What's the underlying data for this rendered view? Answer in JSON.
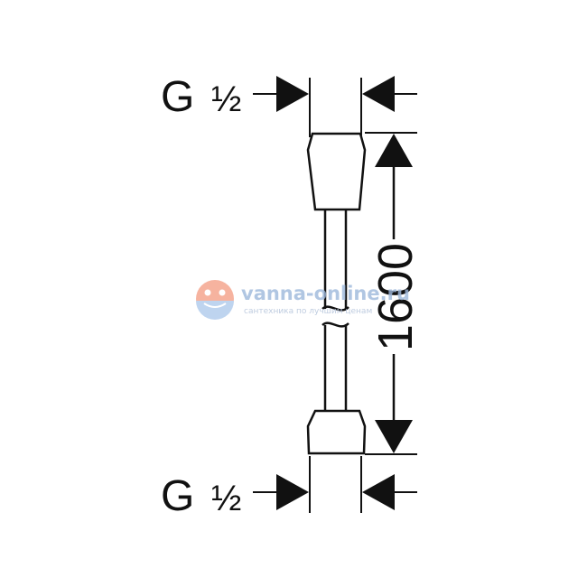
{
  "top_thread": {
    "letter": "G",
    "size": "½"
  },
  "bottom_thread": {
    "letter": "G",
    "size": "½"
  },
  "length_dimension": "1600",
  "watermark": {
    "site": "vanna-online.ru",
    "tagline": "сантехника по лучшим ценам",
    "colors": {
      "logo": "#f08a6e",
      "text": "#9db8dc"
    }
  },
  "colors": {
    "line": "#111111",
    "background": "#ffffff"
  }
}
